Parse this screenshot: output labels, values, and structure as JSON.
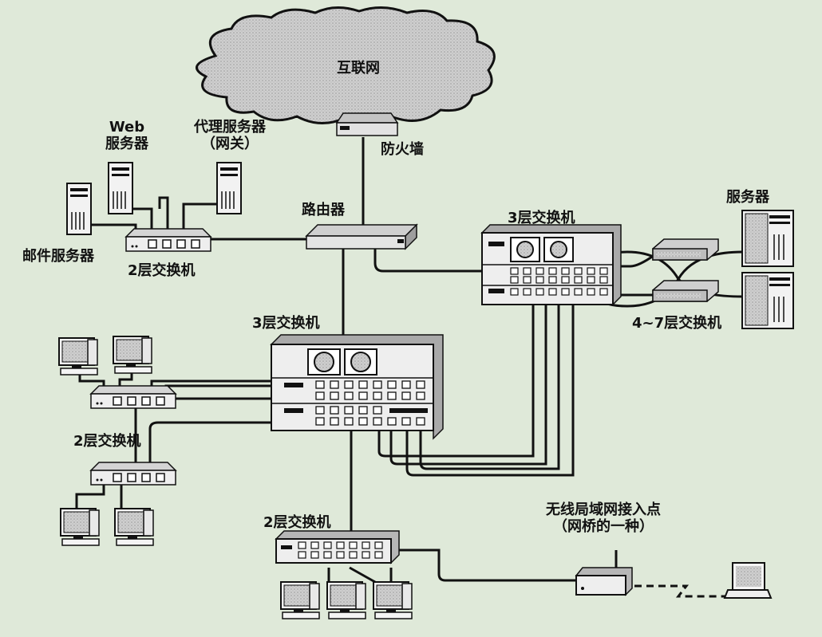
{
  "labels": {
    "internet": "互联网",
    "firewall": "防火墙",
    "router": "路由器",
    "web_server": [
      "Web",
      "服务器"
    ],
    "proxy_server": [
      "代理服务器",
      "（网关）"
    ],
    "mail_server": "邮件服务器",
    "l2_switch_top": "2层交换机",
    "l3_switch_right": "3层交换机",
    "servers": "服务器",
    "l47_switch": "4~7层交换机",
    "l3_switch_center": "3层交换机",
    "l2_switch_left": "2层交换机",
    "l2_switch_bottom": "2层交换机",
    "wlan_ap": [
      "无线局域网接入点",
      "（网桥的一种）"
    ]
  }
}
